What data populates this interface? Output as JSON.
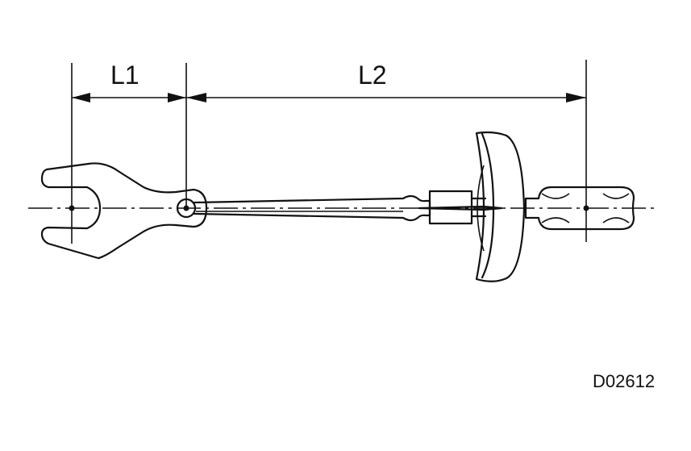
{
  "diagram": {
    "labels": {
      "l1": "L1",
      "l2": "L2"
    },
    "figure_code": "D02612",
    "colors": {
      "line": "#111111",
      "background": "#ffffff"
    }
  }
}
